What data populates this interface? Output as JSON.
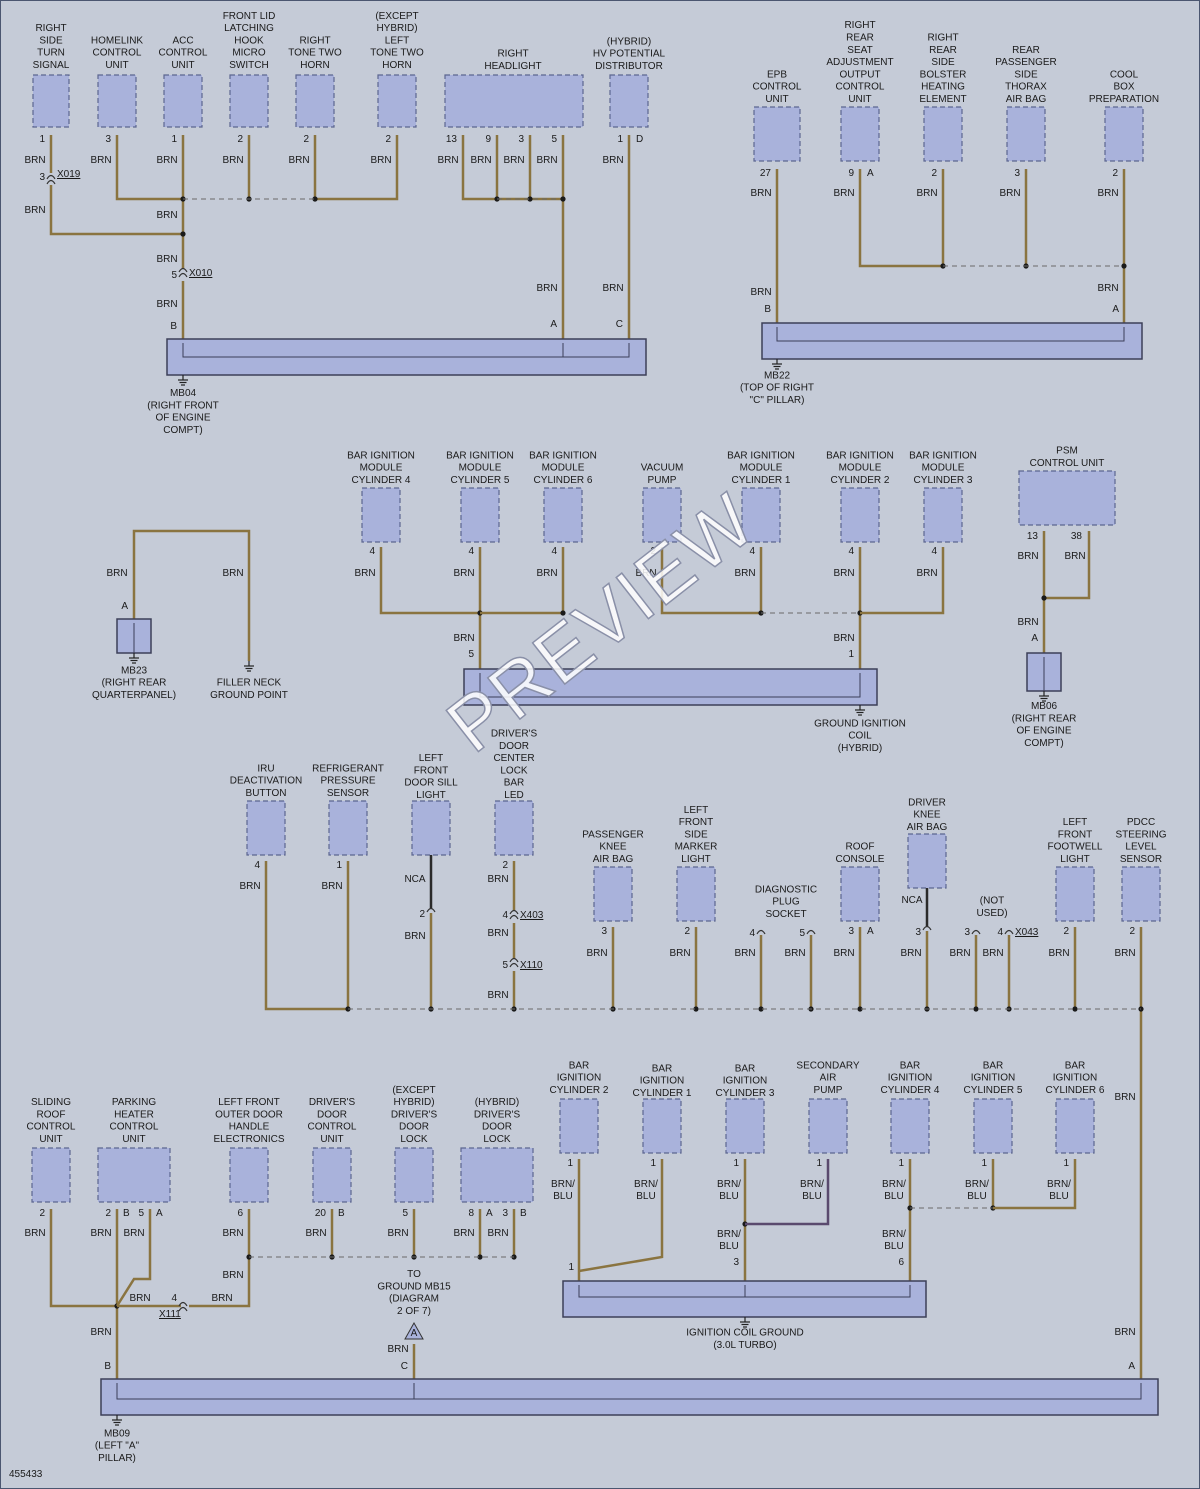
{
  "figure_id": "455433",
  "watermark": "PREVIEW",
  "wire_color": "BRN",
  "components": {
    "right_side_turn_signal": [
      "RIGHT",
      "SIDE",
      "TURN",
      "SIGNAL"
    ],
    "homelink": [
      "HOMELINK",
      "CONTROL",
      "UNIT"
    ],
    "acc": [
      "ACC",
      "CONTROL",
      "UNIT"
    ],
    "front_lid": [
      "FRONT LID",
      "LATCHING",
      "HOOK",
      "MICRO",
      "SWITCH"
    ],
    "right_tone_horn": [
      "RIGHT",
      "TONE TWO",
      "HORN"
    ],
    "left_tone_horn": [
      "(EXCEPT",
      "HYBRID)",
      "LEFT",
      "TONE TWO",
      "HORN"
    ],
    "right_headlight": [
      "RIGHT",
      "HEADLIGHT"
    ],
    "hv_distributor": [
      "(HYBRID)",
      "HV POTENTIAL",
      "DISTRIBUTOR"
    ],
    "epb": [
      "EPB",
      "CONTROL",
      "UNIT"
    ],
    "seat_adjust": [
      "RIGHT",
      "REAR",
      "SEAT",
      "ADJUSTMENT",
      "OUTPUT",
      "CONTROL",
      "UNIT"
    ],
    "bolster": [
      "RIGHT",
      "REAR",
      "SIDE",
      "BOLSTER",
      "HEATING",
      "ELEMENT"
    ],
    "thorax": [
      "REAR",
      "PASSENGER",
      "SIDE",
      "THORAX",
      "AIR BAG"
    ],
    "cool_box": [
      "COOL",
      "BOX",
      "PREPARATION"
    ],
    "bim4": [
      "BAR IGNITION",
      "MODULE",
      "CYLINDER 4"
    ],
    "bim5": [
      "BAR IGNITION",
      "MODULE",
      "CYLINDER 5"
    ],
    "bim6": [
      "BAR IGNITION",
      "MODULE",
      "CYLINDER 6"
    ],
    "vacuum_pump": [
      "VACUUM",
      "PUMP"
    ],
    "bim1": [
      "BAR IGNITION",
      "MODULE",
      "CYLINDER 1"
    ],
    "bim2": [
      "BAR IGNITION",
      "MODULE",
      "CYLINDER 2"
    ],
    "bim3": [
      "BAR IGNITION",
      "MODULE",
      "CYLINDER 3"
    ],
    "psm": [
      "PSM",
      "CONTROL UNIT"
    ],
    "iru": [
      "IRU",
      "DEACTIVATION",
      "BUTTON"
    ],
    "refrigerant": [
      "REFRIGERANT",
      "PRESSURE",
      "SENSOR"
    ],
    "door_sill": [
      "LEFT",
      "FRONT",
      "DOOR SILL",
      "LIGHT"
    ],
    "driver_lock_led": [
      "DRIVER'S",
      "DOOR",
      "CENTER",
      "LOCK",
      "BAR",
      "LED"
    ],
    "passenger_knee": [
      "PASSENGER",
      "KNEE",
      "AIR BAG"
    ],
    "side_marker": [
      "LEFT",
      "FRONT",
      "SIDE",
      "MARKER",
      "LIGHT"
    ],
    "diag_plug": [
      "DIAGNOSTIC",
      "PLUG",
      "SOCKET"
    ],
    "roof_console": [
      "ROOF",
      "CONSOLE"
    ],
    "driver_knee": [
      "DRIVER",
      "KNEE",
      "AIR BAG"
    ],
    "not_used": [
      "(NOT",
      "USED)"
    ],
    "footwell": [
      "LEFT",
      "FRONT",
      "FOOTWELL",
      "LIGHT"
    ],
    "pdcc": [
      "PDCC",
      "STEERING",
      "LEVEL",
      "SENSOR"
    ],
    "sliding_roof": [
      "SLIDING",
      "ROOF",
      "CONTROL",
      "UNIT"
    ],
    "parking_heater": [
      "PARKING",
      "HEATER",
      "CONTROL",
      "UNIT"
    ],
    "door_handle": [
      "LEFT FRONT",
      "OUTER DOOR",
      "HANDLE",
      "ELECTRONICS"
    ],
    "driver_door_cu": [
      "DRIVER'S",
      "DOOR",
      "CONTROL",
      "UNIT"
    ],
    "door_lock_nh": [
      "(EXCEPT",
      "HYBRID)",
      "DRIVER'S",
      "DOOR",
      "LOCK"
    ],
    "door_lock_h": [
      "(HYBRID)",
      "DRIVER'S",
      "DOOR",
      "LOCK"
    ],
    "bic2": [
      "BAR",
      "IGNITION",
      "CYLINDER 2"
    ],
    "bic1": [
      "BAR",
      "IGNITION",
      "CYLINDER 1"
    ],
    "bic3": [
      "BAR",
      "IGNITION",
      "CYLINDER 3"
    ],
    "sec_air": [
      "SECONDARY",
      "AIR",
      "PUMP"
    ],
    "bic4": [
      "BAR",
      "IGNITION",
      "CYLINDER 4"
    ],
    "bic5": [
      "BAR",
      "IGNITION",
      "CYLINDER 5"
    ],
    "bic6": [
      "BAR",
      "IGNITION",
      "CYLINDER 6"
    ]
  },
  "grounds": {
    "mb04": [
      "MB04",
      "(RIGHT FRONT",
      "OF ENGINE",
      "COMPT)"
    ],
    "mb22": [
      "MB22",
      "(TOP OF RIGHT",
      "\"C\" PILLAR)"
    ],
    "mb23": [
      "MB23",
      "(RIGHT REAR",
      "QUARTERPANEL)"
    ],
    "filler": [
      "FILLER NECK",
      "GROUND POINT"
    ],
    "ign_coil_hybrid": [
      "GROUND IGNITION",
      "COIL",
      "(HYBRID)"
    ],
    "mb06": [
      "MB06",
      "(RIGHT REAR",
      "OF ENGINE",
      "COMPT)"
    ],
    "ign_coil_turbo": [
      "IGNITION COIL GROUND",
      "(3.0L TURBO)"
    ],
    "mb09": [
      "MB09",
      "(LEFT \"A\"",
      "PILLAR)"
    ],
    "to_mb15": [
      "TO",
      "GROUND MB15",
      "(DIAGRAM",
      "2 OF 7)"
    ]
  },
  "connectors": {
    "x019": "X019",
    "x010": "X010",
    "x403": "X403",
    "x110": "X110",
    "x043": "X043",
    "x111": "X111"
  }
}
